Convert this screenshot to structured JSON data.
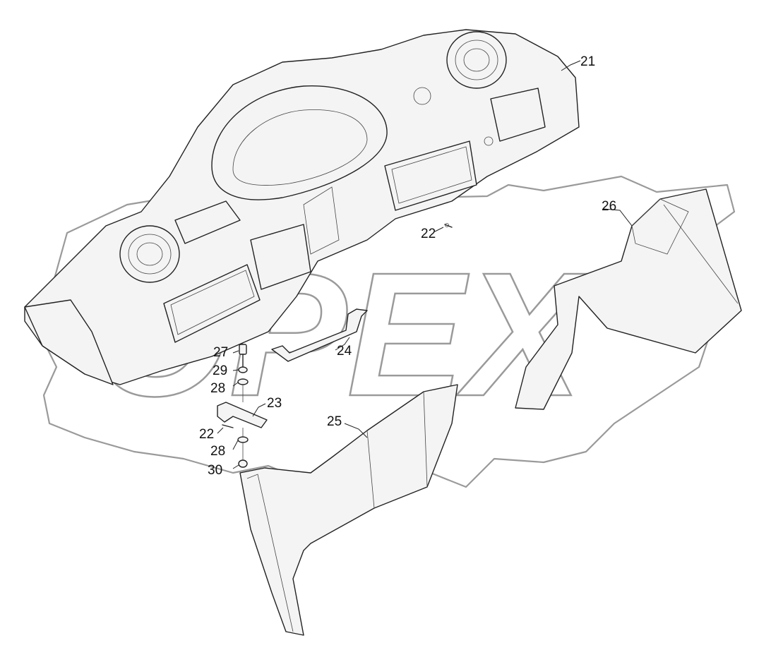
{
  "diagram": {
    "watermark": "OPEX",
    "callouts": [
      {
        "id": "c21",
        "label": "21"
      },
      {
        "id": "c22a",
        "label": "22"
      },
      {
        "id": "c22b",
        "label": "22"
      },
      {
        "id": "c23",
        "label": "23"
      },
      {
        "id": "c24",
        "label": "24"
      },
      {
        "id": "c25",
        "label": "25"
      },
      {
        "id": "c26",
        "label": "26"
      },
      {
        "id": "c27",
        "label": "27"
      },
      {
        "id": "c28a",
        "label": "28"
      },
      {
        "id": "c28b",
        "label": "28"
      },
      {
        "id": "c29",
        "label": "29"
      },
      {
        "id": "c30",
        "label": "30"
      }
    ]
  }
}
